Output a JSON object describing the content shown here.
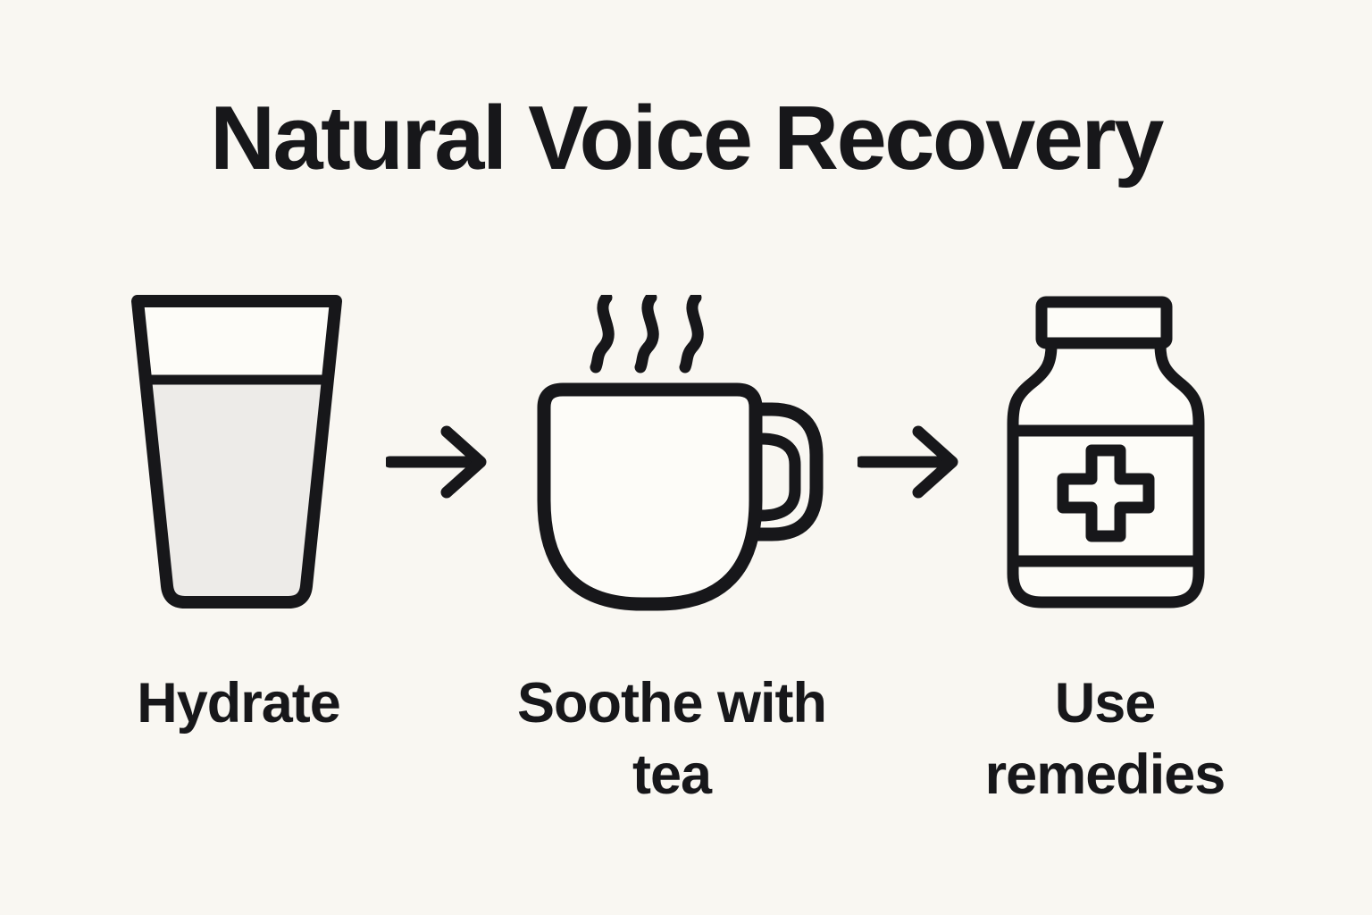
{
  "title": "Natural Voice Recovery",
  "steps": [
    {
      "label": "Hydrate",
      "icon": "water-glass-icon"
    },
    {
      "label": "Soothe with tea",
      "icon": "steaming-mug-icon"
    },
    {
      "label": "Use remedies",
      "icon": "medicine-bottle-icon"
    }
  ],
  "connectors": [
    {
      "icon": "arrow-right-icon"
    },
    {
      "icon": "arrow-right-icon"
    }
  ],
  "colors": {
    "background": "#f9f7f2",
    "ink": "#17171a",
    "water_fill": "#edebe8",
    "icon_fill": "#fdfcf8"
  }
}
